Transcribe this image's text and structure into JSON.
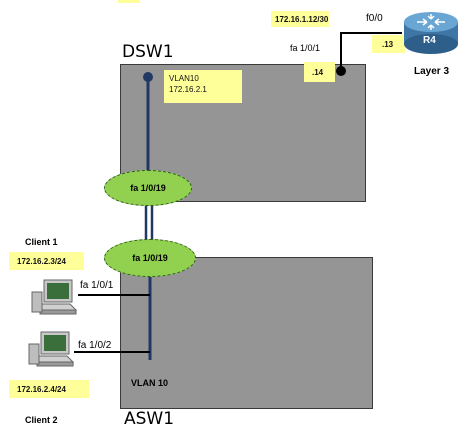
{
  "colors": {
    "switch_fill": "#959595",
    "label_fill": "#ffff99",
    "link_blue": "#1f3864",
    "ellipse_green": "#92d050",
    "router_blue": "#4f87b6"
  },
  "dsw1": {
    "name": "DSW1",
    "vlan_label": "VLAN10",
    "vlan_ip": "172.16.2.1",
    "uplink_port": "fa 1/0/1",
    "uplink_ip": ".14",
    "downlink_port": "fa 1/0/19"
  },
  "asw1": {
    "name": "ASW1",
    "uplink_port": "fa 1/0/19",
    "port_client1": "fa 1/0/1",
    "port_client2": "fa 1/0/2",
    "vlan_label": "VLAN 10"
  },
  "router": {
    "name": "R4",
    "caption": "Layer 3",
    "port": "f0/0",
    "network": "172.16.1.12/30",
    "ip": ".13",
    "icon": "router-icon"
  },
  "client1": {
    "name": "Client 1",
    "ip": "172.16.2.3/24",
    "icon": "pc-icon"
  },
  "client2": {
    "name": "Client 2",
    "ip": "172.16.2.4/24",
    "icon": "pc-icon"
  }
}
